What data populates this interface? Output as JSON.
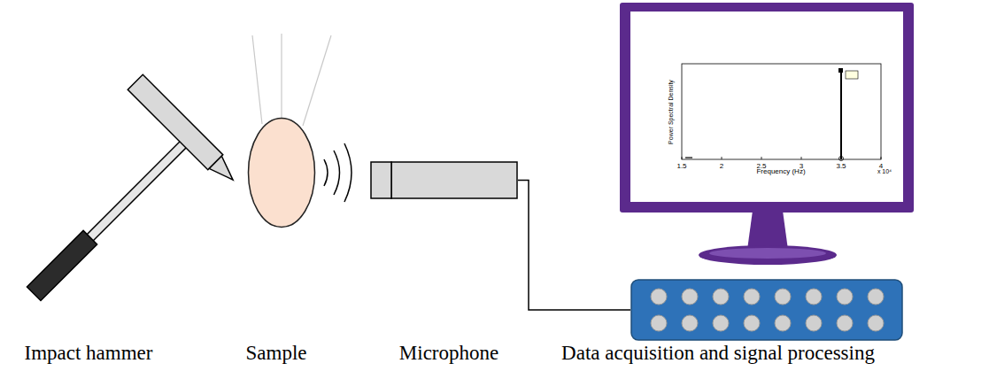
{
  "diagram": {
    "nodes": [
      {
        "text": [
          "Impact hammer"
        ]
      },
      {
        "text": [
          "Sample"
        ]
      },
      {
        "text": [
          "Microphone"
        ]
      },
      {
        "text": [
          "Data acquisition and signal processing"
        ]
      }
    ],
    "edges": [
      {
        "from": 2,
        "to": 3,
        "arrow": "none"
      }
    ],
    "labels": [
      "Power Spectral Density",
      "Frequency (Hz)",
      "1.5",
      "2",
      "2.5",
      "3",
      "3.5",
      "4",
      "x 10⁴"
    ]
  }
}
